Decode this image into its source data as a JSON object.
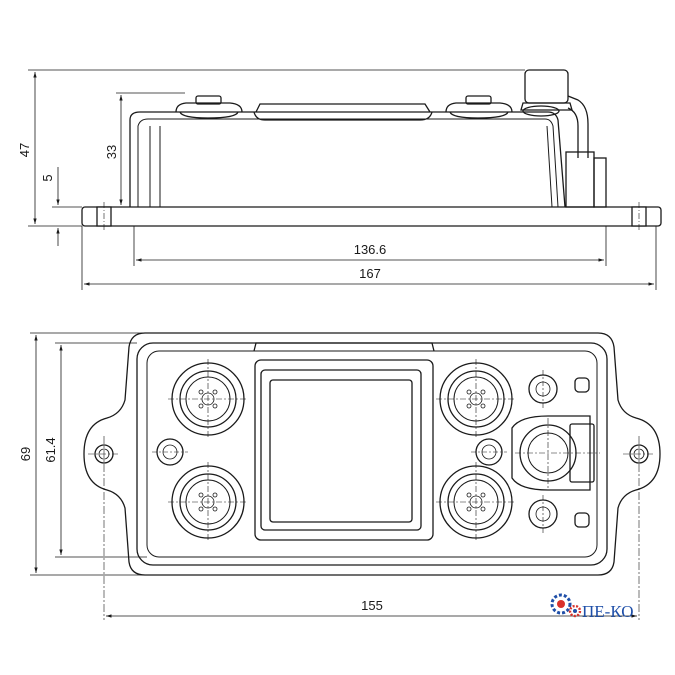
{
  "side_view": {
    "dimensions": {
      "height_total": "47",
      "height_body": "33",
      "height_base": "5",
      "width_inner": "136.6",
      "width_total": "167"
    }
  },
  "top_view": {
    "dimensions": {
      "height_total": "69",
      "height_inner": "61.4",
      "hole_spacing": "155"
    }
  },
  "watermark": {
    "text": "ПЕ-КО",
    "colors": [
      "#1f4fa8",
      "#d9312b"
    ]
  },
  "colors": {
    "line": "#1a1a1a",
    "background": "#ffffff"
  }
}
